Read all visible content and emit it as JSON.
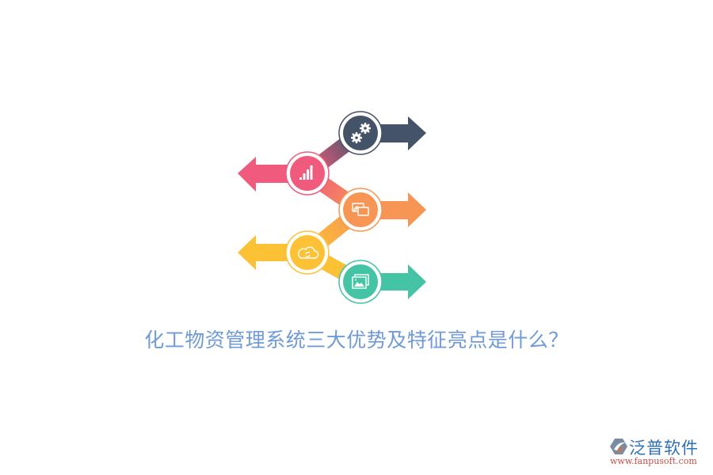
{
  "title": "化工物资管理系统三大优势及特征亮点是什么？",
  "colors": {
    "title": "#6f9ad8",
    "navy": "#445368",
    "pink": "#ef5a7d",
    "orange": "#f79654",
    "yellow": "#fdc135",
    "teal": "#44c4a4"
  },
  "nodes": [
    {
      "id": "gear",
      "icon": "gears-icon",
      "color": "#445368",
      "arrow": "right"
    },
    {
      "id": "chart",
      "icon": "bar-chart-icon",
      "color": "#ef5a7d",
      "arrow": "left"
    },
    {
      "id": "cast",
      "icon": "screen-cast-icon",
      "color": "#f79654",
      "arrow": "right"
    },
    {
      "id": "cloud",
      "icon": "cloud-sync-icon",
      "color": "#fdc135",
      "arrow": "left"
    },
    {
      "id": "image",
      "icon": "image-gallery-icon",
      "color": "#44c4a4",
      "arrow": "right"
    }
  ],
  "logo": {
    "name": "泛普软件",
    "url": "www.fanpusoft.com"
  }
}
